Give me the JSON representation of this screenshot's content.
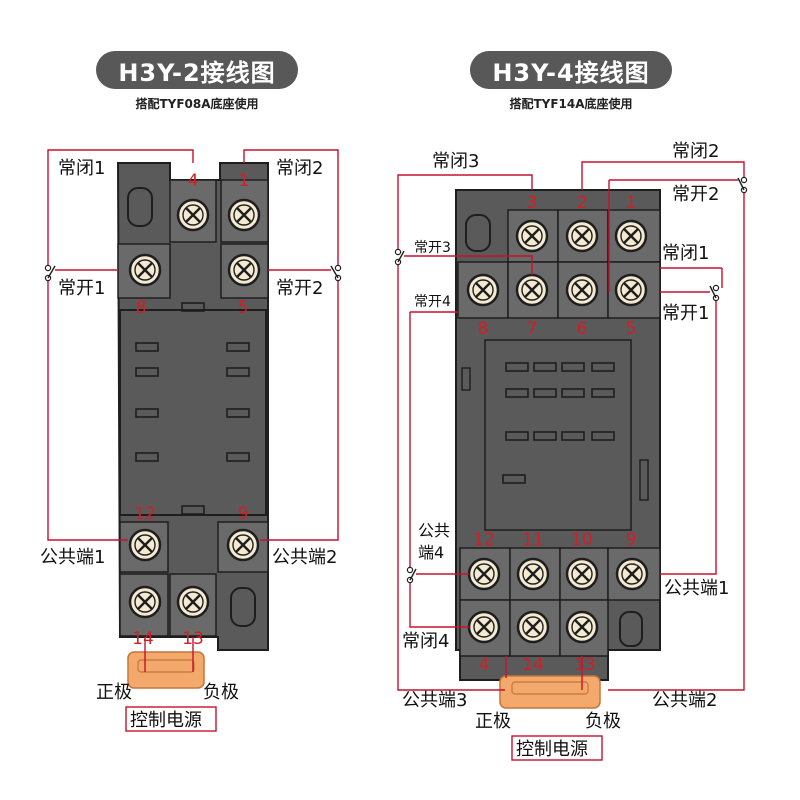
{
  "left": {
    "title": "H3Y-2接线图",
    "subtitle": "搭配TYF08A底座使用",
    "pins": {
      "p4": "4",
      "p1": "1",
      "p8": "8",
      "p5": "5",
      "p12": "12",
      "p9": "9",
      "p14": "14",
      "p13": "13"
    },
    "labels": {
      "nc1": "常闭1",
      "nc2": "常闭2",
      "no1": "常开1",
      "no2": "常开2",
      "com1": "公共端1",
      "com2": "公共端2",
      "pos": "正极",
      "neg": "负极",
      "ctrl": "控制电源"
    }
  },
  "right": {
    "title": "H3Y-4接线图",
    "subtitle": "搭配TYF14A底座使用",
    "pins": {
      "p3": "3",
      "p2": "2",
      "p1": "1",
      "p8": "8",
      "p7": "7",
      "p6": "6",
      "p5": "5",
      "p12": "12",
      "p11": "11",
      "p10": "10",
      "p9": "9",
      "p4": "4",
      "p14": "14",
      "p13": "13"
    },
    "labels": {
      "nc3": "常闭3",
      "nc2": "常闭2",
      "no2": "常开2",
      "no3": "常开3",
      "nc1": "常闭1",
      "no4": "常开4",
      "no1": "常开1",
      "com4a": "公共",
      "com4b": "端4",
      "com1": "公共端1",
      "nc4": "常闭4",
      "com3": "公共端3",
      "com2": "公共端2",
      "pos": "正极",
      "neg": "负极",
      "ctrl": "控制电源"
    }
  },
  "colors": {
    "wire": "#c8102e",
    "pin": "#d11f26",
    "body": "#5a5a5a",
    "terminal_bg": "#f4ead2",
    "base_orange": "#f2a96b"
  }
}
